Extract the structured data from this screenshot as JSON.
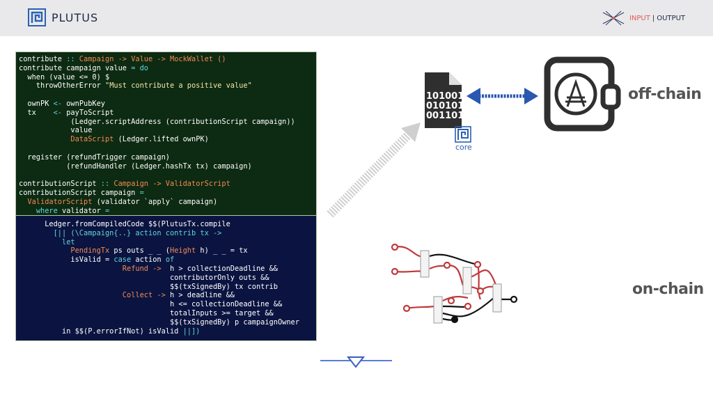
{
  "header": {
    "brand": "PLUTUS",
    "io_input": "INPUT",
    "io_output": "OUTPUT"
  },
  "code_offchain": [
    [
      {
        "t": "contribute ",
        "c": "dim"
      },
      {
        "t": "::",
        "c": "kw"
      },
      {
        "t": " Campaign -> Value -> MockWallet ()",
        "c": "ty"
      }
    ],
    [
      {
        "t": "contribute campaign value ",
        "c": "dim"
      },
      {
        "t": "= do",
        "c": "kw"
      }
    ],
    [
      {
        "t": "  when (value <= 0) $",
        "c": "dim"
      }
    ],
    [
      {
        "t": "    throwOtherError ",
        "c": "dim"
      },
      {
        "t": "\"Must contribute a positive value\"",
        "c": "str"
      }
    ],
    [
      {
        "t": "",
        "c": "dim"
      }
    ],
    [
      {
        "t": "  ownPK ",
        "c": "dim"
      },
      {
        "t": "<-",
        "c": "kw"
      },
      {
        "t": " ownPubKey",
        "c": "dim"
      }
    ],
    [
      {
        "t": "  tx    ",
        "c": "dim"
      },
      {
        "t": "<-",
        "c": "kw"
      },
      {
        "t": " payToScript",
        "c": "dim"
      }
    ],
    [
      {
        "t": "            (Ledger.scriptAddress (contributionScript campaign))",
        "c": "dim"
      }
    ],
    [
      {
        "t": "            value",
        "c": "dim"
      }
    ],
    [
      {
        "t": "            ",
        "c": "dim"
      },
      {
        "t": "DataScript",
        "c": "ty"
      },
      {
        "t": " (Ledger.lifted ownPK)",
        "c": "dim"
      }
    ],
    [
      {
        "t": "",
        "c": "dim"
      }
    ],
    [
      {
        "t": "  register (refundTrigger campaign)",
        "c": "dim"
      }
    ],
    [
      {
        "t": "           (refundHandler (Ledger.hashTx tx) campaign)",
        "c": "dim"
      }
    ],
    [
      {
        "t": "",
        "c": "dim"
      }
    ],
    [
      {
        "t": "contributionScript ",
        "c": "dim"
      },
      {
        "t": "::",
        "c": "kw"
      },
      {
        "t": " Campaign -> ValidatorScript",
        "c": "ty"
      }
    ],
    [
      {
        "t": "contributionScript campaign ",
        "c": "dim"
      },
      {
        "t": "=",
        "c": "kw"
      }
    ],
    [
      {
        "t": "  ",
        "c": "dim"
      },
      {
        "t": "ValidatorScript",
        "c": "ty"
      },
      {
        "t": " (validator `apply` campaign)",
        "c": "dim"
      }
    ],
    [
      {
        "t": "    ",
        "c": "dim"
      },
      {
        "t": "where",
        "c": "kw"
      },
      {
        "t": " validator ",
        "c": "dim"
      },
      {
        "t": "=",
        "c": "kw"
      }
    ]
  ],
  "code_onchain": [
    [
      {
        "t": "      Ledger.fromCompiledCode $$(PlutusTx.compile",
        "c": "dim"
      }
    ],
    [
      {
        "t": "        [|| (\\Campaign{..} action contrib tx ->",
        "c": "kw"
      }
    ],
    [
      {
        "t": "          let",
        "c": "kw"
      }
    ],
    [
      {
        "t": "            ",
        "c": "dim"
      },
      {
        "t": "PendingTx",
        "c": "ty"
      },
      {
        "t": " ps outs _ _ (",
        "c": "dim"
      },
      {
        "t": "Height",
        "c": "ty"
      },
      {
        "t": " h) _ _ = tx",
        "c": "dim"
      }
    ],
    [
      {
        "t": "            isValid = ",
        "c": "dim"
      },
      {
        "t": "case",
        "c": "kw"
      },
      {
        "t": " action ",
        "c": "dim"
      },
      {
        "t": "of",
        "c": "kw"
      }
    ],
    [
      {
        "t": "                        ",
        "c": "dim"
      },
      {
        "t": "Refund ->",
        "c": "ty"
      },
      {
        "t": "  h > collectionDeadline &&",
        "c": "dim"
      }
    ],
    [
      {
        "t": "                                   contributorOnly outs &&",
        "c": "dim"
      }
    ],
    [
      {
        "t": "                                   $$(txSignedBy) tx contrib",
        "c": "dim"
      }
    ],
    [
      {
        "t": "                        ",
        "c": "dim"
      },
      {
        "t": "Collect ->",
        "c": "ty"
      },
      {
        "t": " h > deadline &&",
        "c": "dim"
      }
    ],
    [
      {
        "t": "                                   h <= collectionDeadline &&",
        "c": "dim"
      }
    ],
    [
      {
        "t": "                                   totalInputs >= target &&",
        "c": "dim"
      }
    ],
    [
      {
        "t": "                                   $$(txSignedBy) p campaignOwner",
        "c": "dim"
      }
    ],
    [
      {
        "t": "          in $$(P.errorIfNot) isValid ",
        "c": "dim"
      },
      {
        "t": "||])",
        "c": "kw"
      }
    ]
  ],
  "binary_lines": [
    "101001",
    "010101",
    "001101"
  ],
  "core_label": "core",
  "offchain_label": "off-chain",
  "onchain_label": "on-chain",
  "colors": {
    "arrow_blue": "#2a57b0",
    "graph_red": "#c0393b",
    "label_grey": "#555555",
    "code_green_bg": "#0d2a12",
    "code_blue_bg": "#0b1440"
  }
}
